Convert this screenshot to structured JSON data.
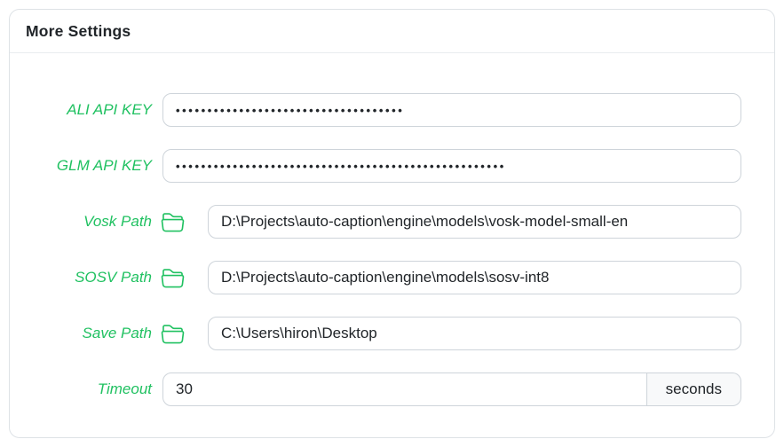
{
  "header": {
    "title": "More Settings"
  },
  "colors": {
    "accent_green": "#20c161",
    "card_border": "#dee2e6",
    "input_border": "#ced4da",
    "text": "#212529",
    "addon_bg": "#f8f9fa"
  },
  "rows": [
    {
      "label": "ALI API KEY",
      "value": "••••••••••••••••••••••••••••••••••••",
      "type": "password"
    },
    {
      "label": "GLM API KEY",
      "value": "••••••••••••••••••••••••••••••••••••••••••••••••••••",
      "type": "password"
    },
    {
      "label": "Vosk Path",
      "value": "D:\\Projects\\auto-caption\\engine\\models\\vosk-model-small-en",
      "type": "path",
      "icon": "folder-open-icon"
    },
    {
      "label": "SOSV Path",
      "value": "D:\\Projects\\auto-caption\\engine\\models\\sosv-int8",
      "type": "path",
      "icon": "folder-open-icon"
    },
    {
      "label": "Save Path",
      "value": "C:\\Users\\hiron\\Desktop",
      "type": "path",
      "icon": "folder-open-icon"
    },
    {
      "label": "Timeout",
      "value": "30",
      "unit": "seconds",
      "type": "number"
    }
  ]
}
